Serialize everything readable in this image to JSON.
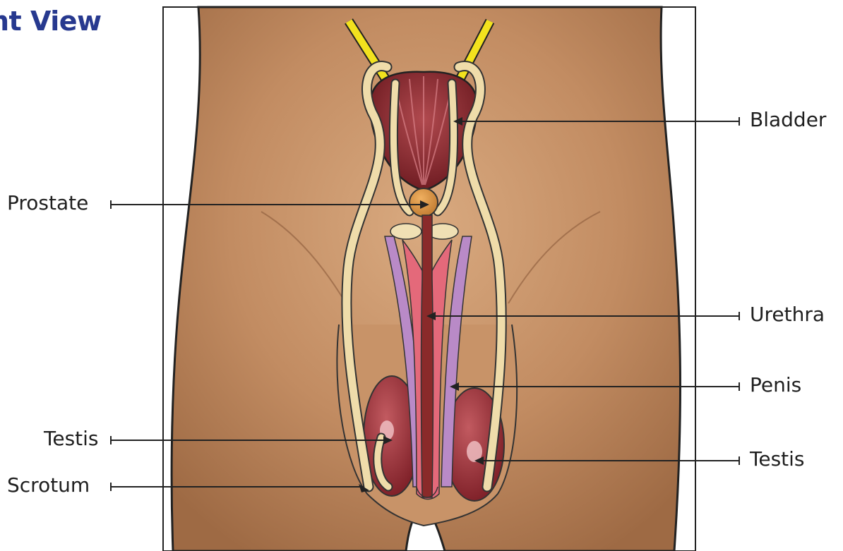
{
  "title": "nt View",
  "labels": {
    "bladder": "Bladder",
    "prostate": "Prostate",
    "urethra": "Urethra",
    "penis": "Penis",
    "testis_left": "Testis",
    "testis_right": "Testis",
    "scrotum": "Scrotum"
  },
  "colors": {
    "title": "#27398f",
    "skin": "#c9956a",
    "bladder": "#8e2a30",
    "prostate": "#d48a3a",
    "vas_deferens": "#efdcaa",
    "ureter": "#f0e020",
    "corpus_spongiosum": "#e4697a",
    "corpus_cavernosum": "#b98ac7",
    "urethra": "#8a2a2a",
    "testis": "#962b33"
  }
}
